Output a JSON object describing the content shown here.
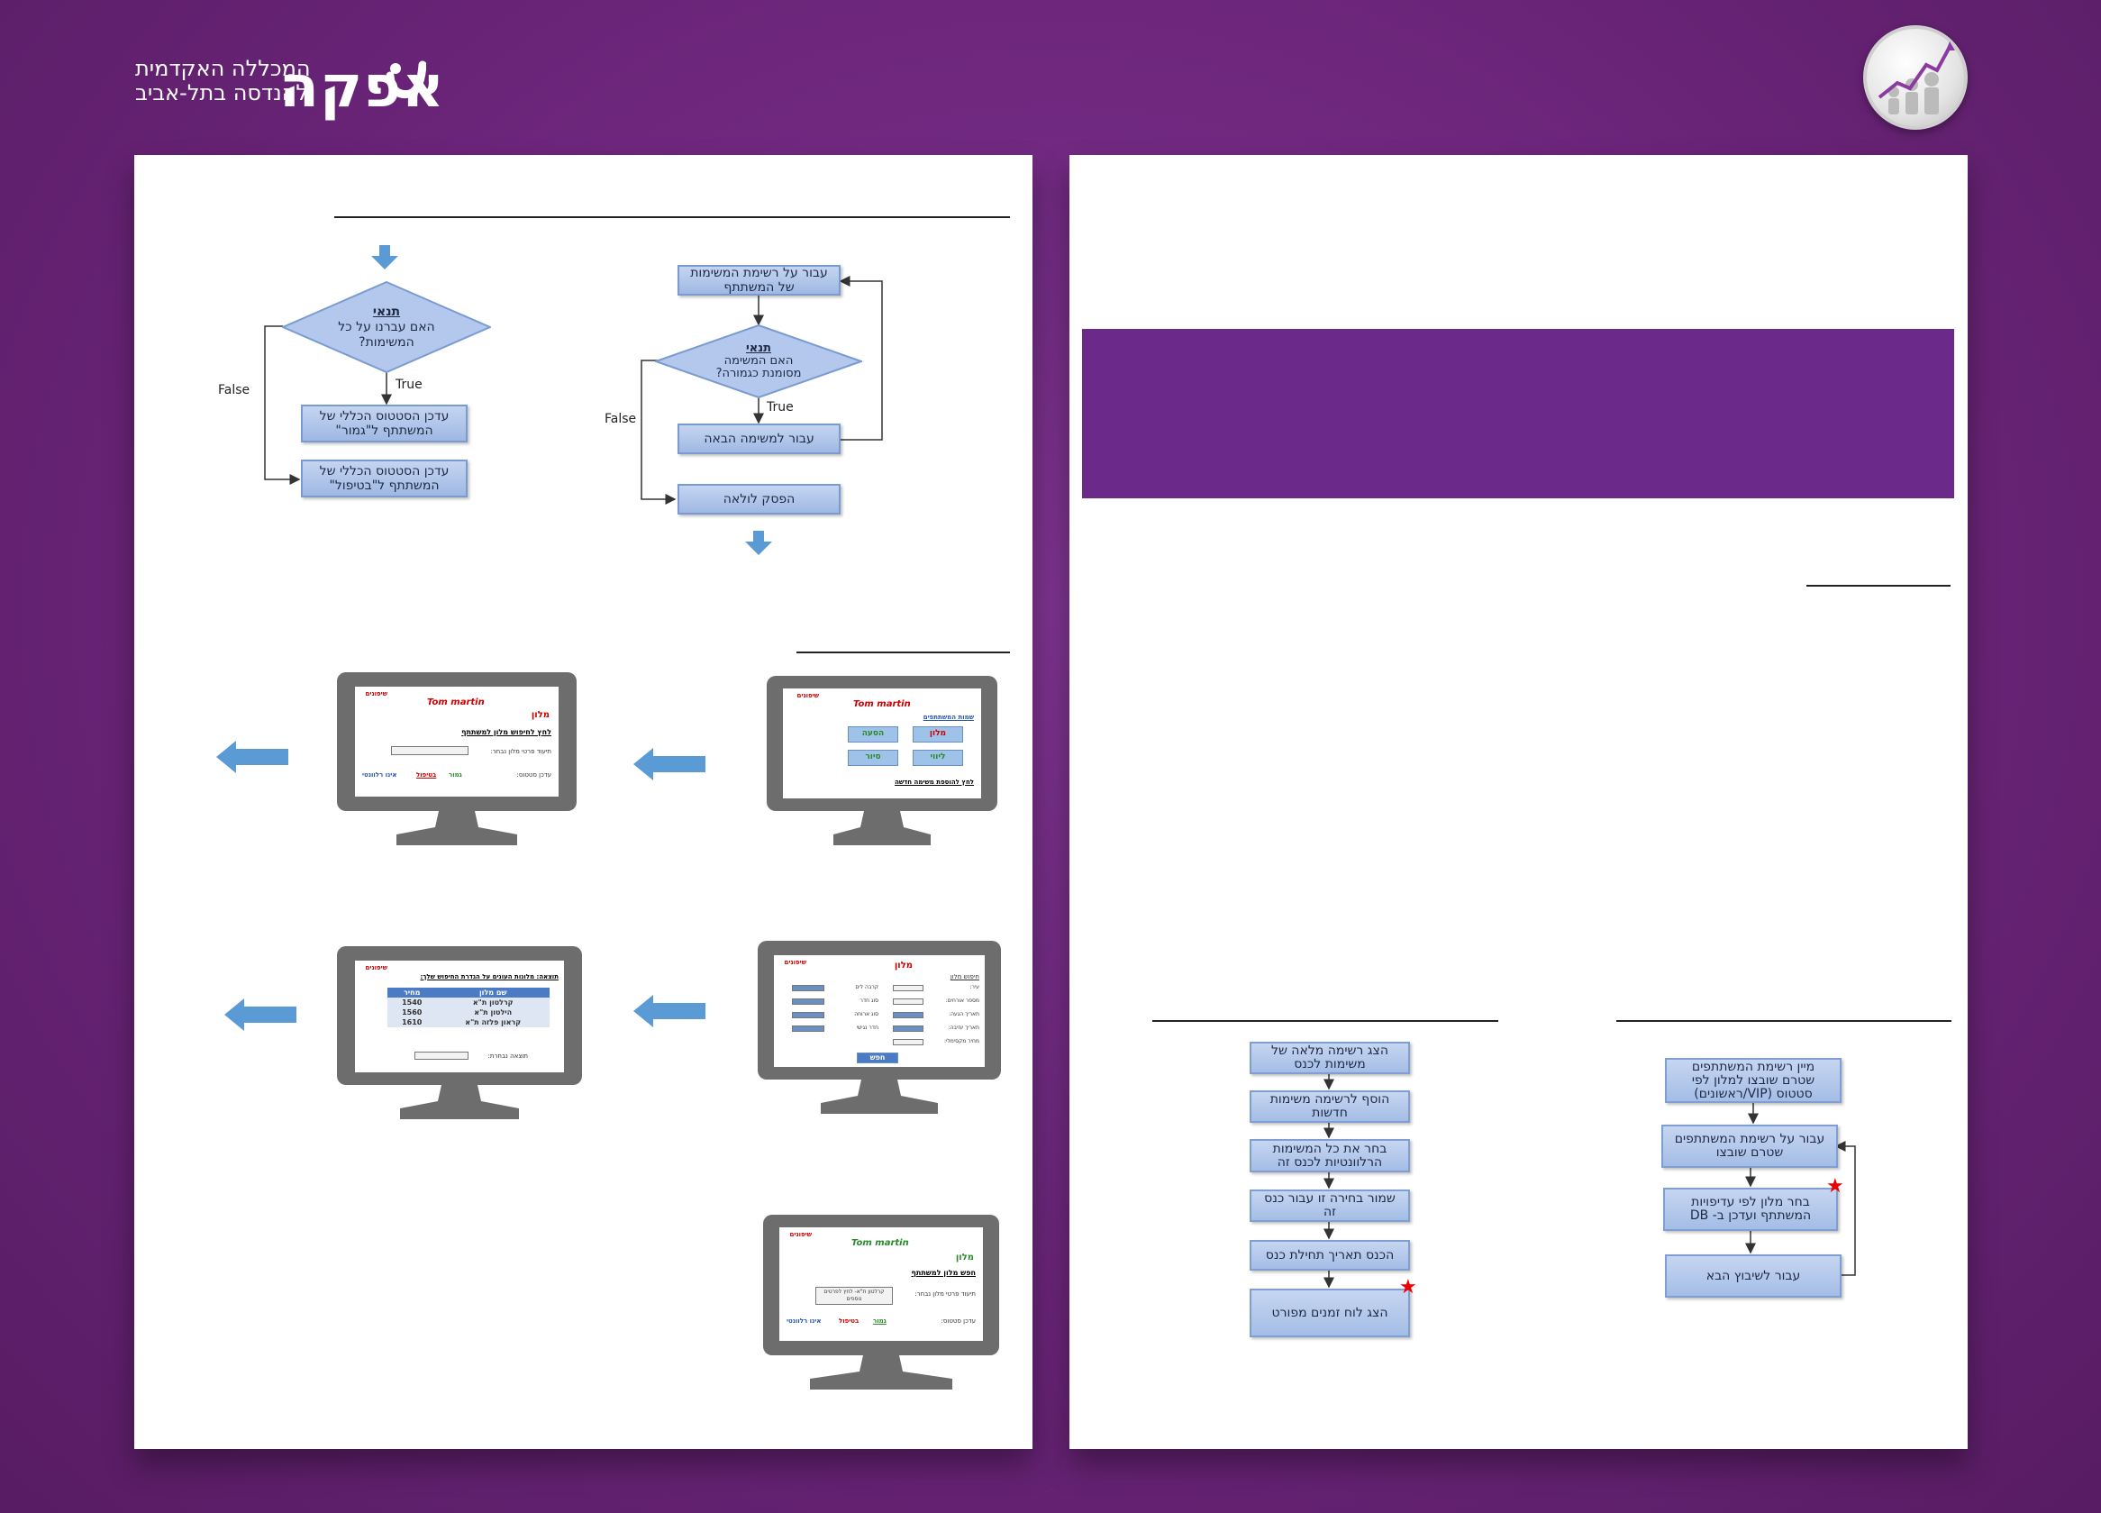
{
  "logo": {
    "mark": "אפקה",
    "line1": "המכללה האקדמית",
    "line2": "להנדסה בתל-אביב"
  },
  "left_page": {
    "flow_right": {
      "start_node": "עבור על רשימת המשימות של המשתתף",
      "condition_title": "תנאי",
      "condition_text": "האם המשימה מסומנת כגמורה?",
      "true_label": "True",
      "false_label": "False",
      "next_node": "עבור למשימה הבאה",
      "stop_node": "הפסק לולאה"
    },
    "flow_left": {
      "condition_title": "תנאי",
      "condition_text": "האם עברנו על כל המשימות?",
      "true_label": "True",
      "false_label": "False",
      "done_node": "עדכן הסטטוס הכללי של המשתתף ל\"גמור\"",
      "handling_node": "עדכן הסטטוס הכללי של המשתתף ל\"בטיפול\""
    },
    "screens": {
      "s1": {
        "logo": "שיפונים",
        "name": "Tom martin",
        "link": "שמות המשתתפים",
        "btn_hotel": "מלון",
        "btn_transport": "הסעה",
        "btn_escort": "ליווי",
        "btn_tour": "סיור",
        "footer_link": "לחץ להוספת משימה חדשה"
      },
      "s2": {
        "logo": "שיפונים",
        "name": "Tom martin",
        "title": "מלון",
        "link": "לחץ לחיפוש מלון למשתתף",
        "field_label": "תיעוד פרטי מלון נבחר:",
        "status_label": "עדכן סטטוס:",
        "status_done": "גמור",
        "status_handling": "בטיפול",
        "status_irrelevant": "אינו רלוונטי"
      },
      "s3": {
        "logo": "שיפונים",
        "title": "מלון",
        "subtitle": "חיפוש מלון",
        "labels": [
          "עיר:",
          "מספר אורחים:",
          "תאריך הגעה:",
          "תאריך עזיבה:",
          "מחיר מקסימלי:"
        ],
        "labels2": [
          "קרבה לים",
          "סוג חדר",
          "סוג ארוחה",
          "חדר נגישי"
        ],
        "search_btn": "חפש"
      },
      "s4": {
        "logo": "שיפונים",
        "heading": "תוצאה: מלונות העונים על הגדרת החיפוש שלך:",
        "col_name": "שם מלון",
        "col_price": "מחיר",
        "rows": [
          {
            "name": "קרלטון ת\"א",
            "price": "1540"
          },
          {
            "name": "הילטון ת\"א",
            "price": "1560"
          },
          {
            "name": "קראון פלזה ת\"א",
            "price": "1610"
          }
        ],
        "result_label": "תוצאה נבחרת:"
      },
      "s5": {
        "logo": "שיפונים",
        "name": "Tom martin",
        "title": "מלון",
        "link": "חפש מלון למשתתף",
        "field_label": "תיעוד פרטי מלון נבחר:",
        "field_value": "קרלטון ת\"א- לחץ לפרטים נוספים",
        "status_label": "עדכן סטטוס:",
        "status_done": "גמור",
        "status_handling": "בטיפול",
        "status_irrelevant": "אינו רלוונטי"
      }
    }
  },
  "right_page": {
    "flow_a": [
      "מיין רשימת המשתתפים שטרם שובצו למלון לפי סטטוס (VIP/ראשונים)",
      "עבור על רשימת המשתתפים שטרם שובצו",
      "בחר מלון לפי עדיפויות המשתתף ועדכן ב- DB",
      "עבור לשיבוץ הבא"
    ],
    "flow_b": [
      "הצג רשימה מלאה של משימות לכנס",
      "הוסף לרשימה משימות חדשות",
      "בחר את כל המשימות הרלוונטיות לכנס זה",
      "שמור בחירה זו עבור כנס זה",
      "הכנס תאריך תחילת כנס",
      "הצג לוח זמנים מפורט"
    ]
  },
  "colors": {
    "background": "#6a2478",
    "banner": "#6b2a8a",
    "node_fill": "#b3c8ec",
    "node_border": "#7a9bd0",
    "accent_red": "#e00000",
    "monitor_gray": "#6d6d6d",
    "arrow_blue": "#5b9bd5"
  }
}
